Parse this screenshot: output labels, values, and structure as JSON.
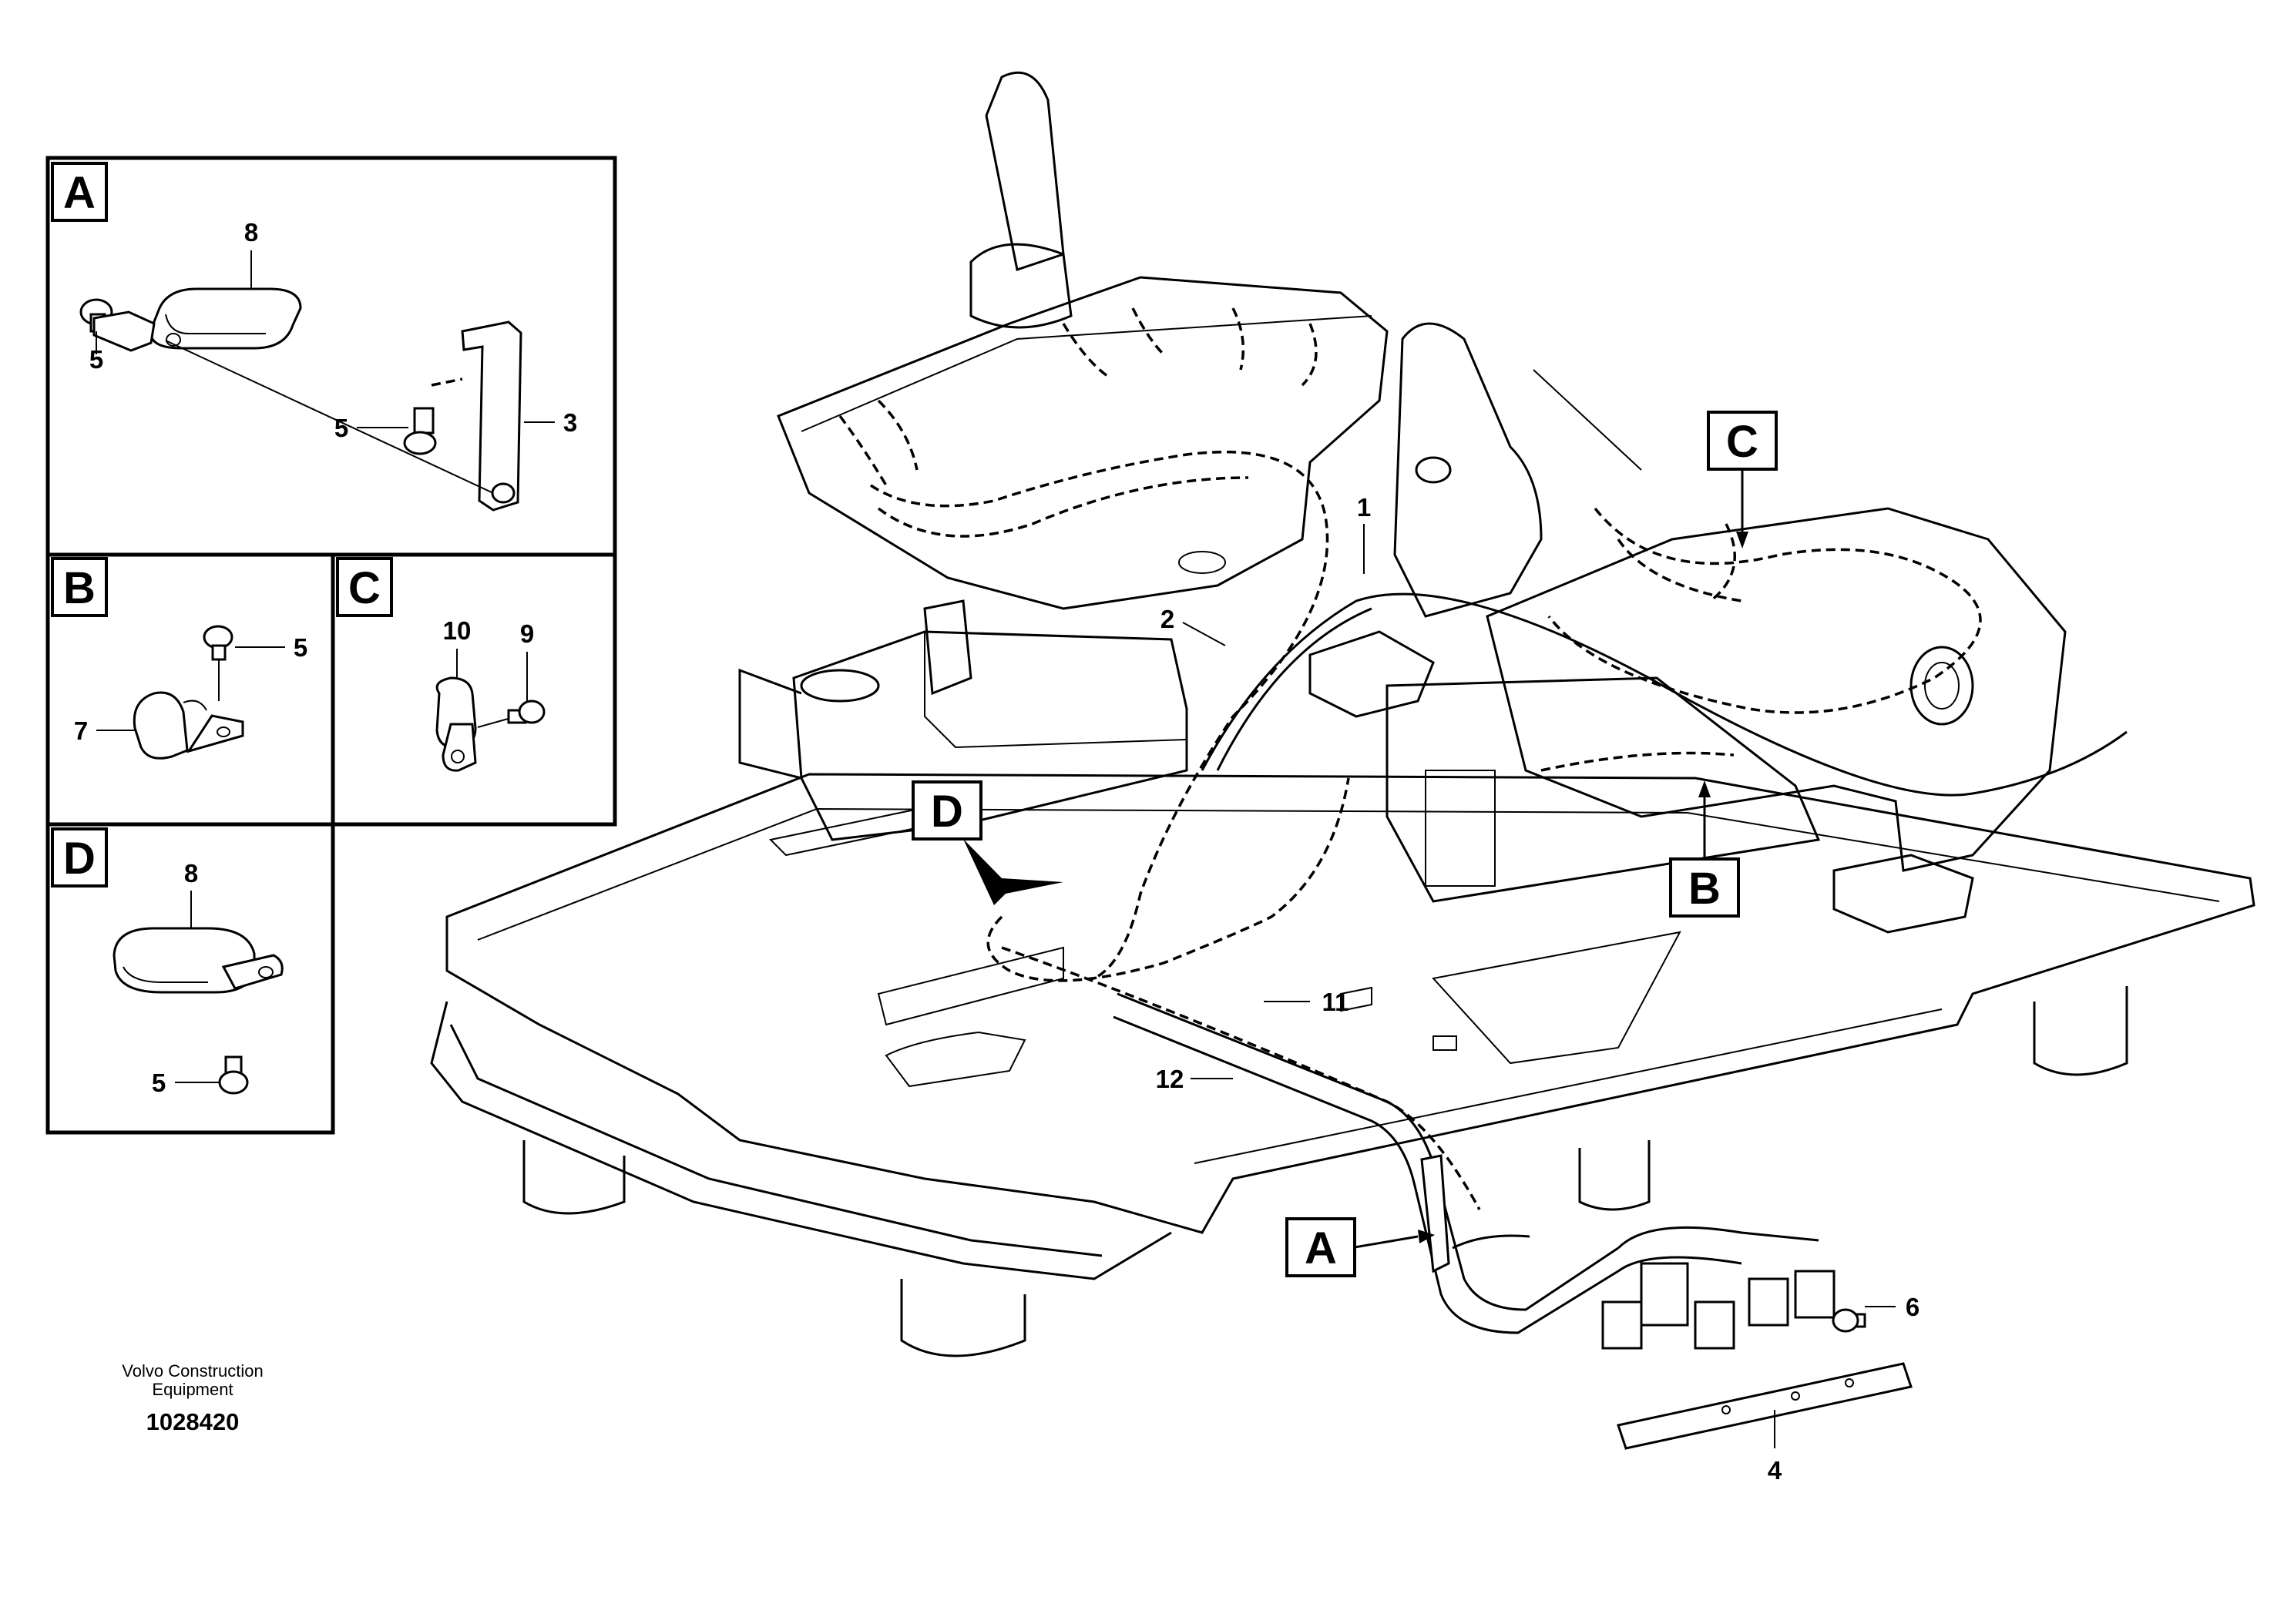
{
  "drawing": {
    "credit_line1": "Volvo Construction",
    "credit_line2": "Equipment",
    "drawing_number": "1028420"
  },
  "detail_views": [
    {
      "letter": "A",
      "callouts": [
        "8",
        "5",
        "5",
        "3"
      ]
    },
    {
      "letter": "B",
      "callouts": [
        "5",
        "7"
      ]
    },
    {
      "letter": "C",
      "callouts": [
        "10",
        "9"
      ]
    },
    {
      "letter": "D",
      "callouts": [
        "8",
        "5"
      ]
    }
  ],
  "main_callouts": [
    "1",
    "2",
    "11",
    "12",
    "6",
    "4"
  ],
  "view_tags": [
    "C",
    "B",
    "D",
    "A"
  ]
}
